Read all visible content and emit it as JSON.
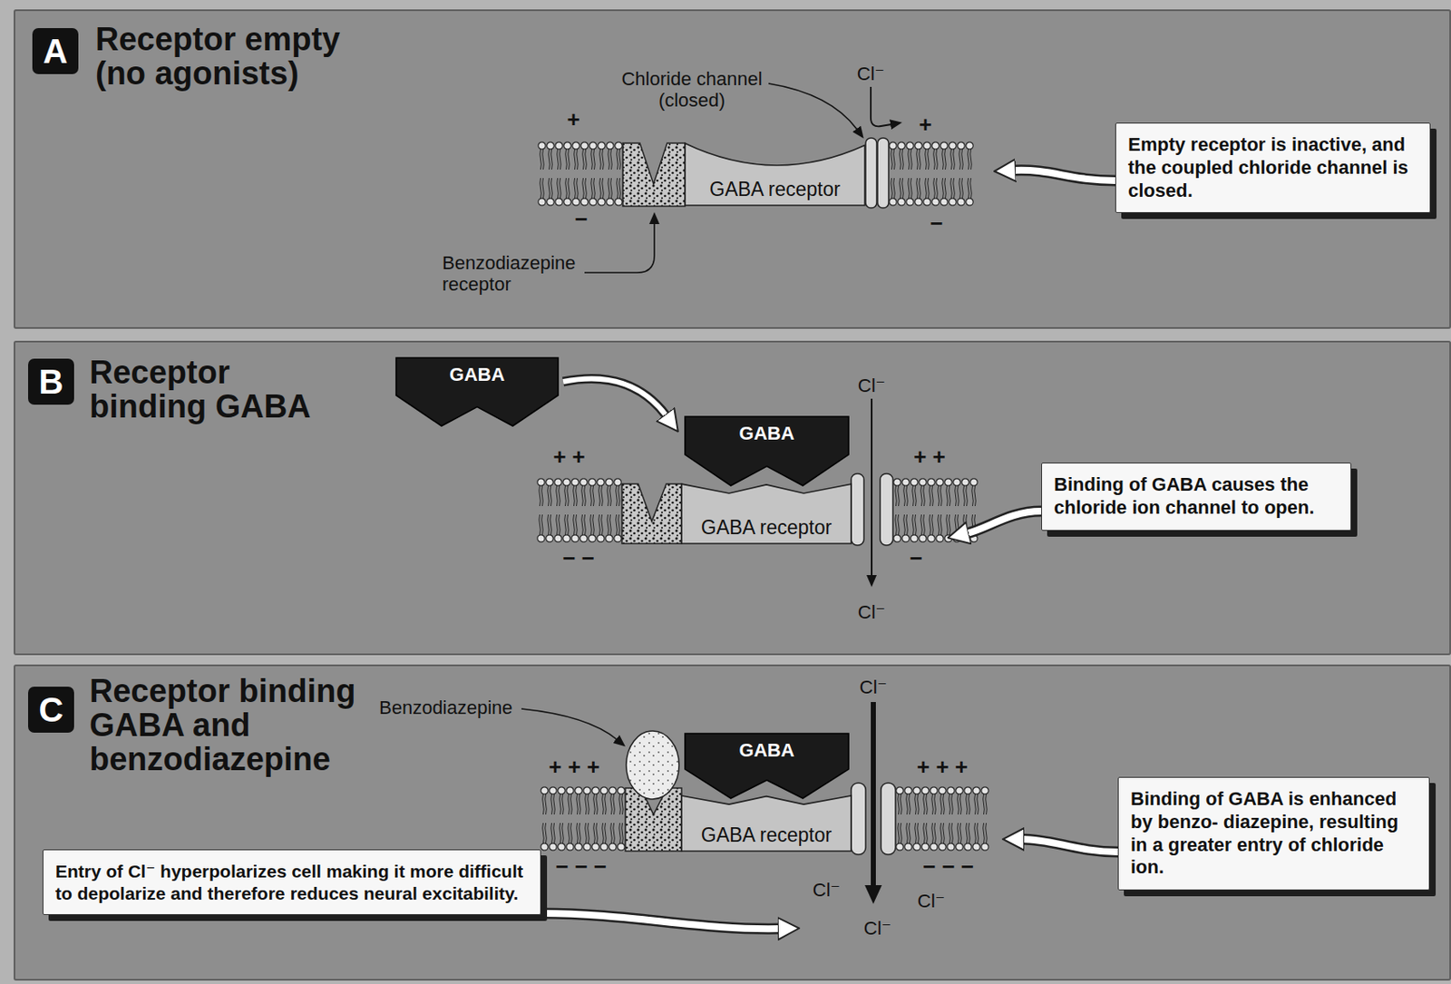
{
  "diagram": {
    "nodes": [
      {
        "text": [
          "Receptor empty (no agonists)"
        ]
      },
      {
        "text": [
          "A"
        ],
        "in": 0
      },
      {
        "text": [
          "GABA receptor"
        ],
        "in": 0
      },
      {
        "text": [
          "Empty receptor is inactive, and the coupled chloride channel is closed."
        ],
        "in": 0
      },
      {
        "text": [
          "Receptor binding GABA"
        ]
      },
      {
        "text": [
          "B"
        ],
        "in": 4
      },
      {
        "text": [
          "GABA"
        ],
        "in": 4
      },
      {
        "text": [
          "GABA"
        ],
        "in": 4
      },
      {
        "text": [
          "GABA receptor"
        ],
        "in": 4
      },
      {
        "text": [
          "Binding of GABA causes the chloride ion channel to open."
        ],
        "in": 4
      },
      {
        "text": [
          "Receptor binding GABA and benzodiazepine"
        ]
      },
      {
        "text": [
          "C"
        ],
        "in": 10
      },
      {
        "text": [
          "GABA"
        ],
        "in": 10
      },
      {
        "text": [
          "GABA receptor"
        ],
        "in": 10
      },
      {
        "text": [
          "Binding of GABA is enhanced by benzo- diazepine, resulting in a greater entry of chloride ion."
        ],
        "in": 10
      },
      {
        "text": [
          "Entry of Cl⁻ hyperpolarizes cell making it more difficult to depolarize and therefore reduces neural excitability."
        ],
        "in": 10
      }
    ],
    "edges": [
      {
        "from": 6,
        "to": 7,
        "arrow": "to"
      }
    ],
    "labels": [
      "Chloride channel (closed)",
      "Cl⁻",
      "+",
      "+",
      "−",
      "−",
      "Benzodiazepine receptor",
      "Cl⁻",
      "Cl⁻",
      "+ +",
      "+ +",
      "− −",
      "−",
      "Benzodiazepine",
      "Cl⁻",
      "+ + +",
      "+ + +",
      "− − −",
      "− − −",
      "Cl⁻",
      "Cl⁻",
      "Cl⁻"
    ]
  }
}
